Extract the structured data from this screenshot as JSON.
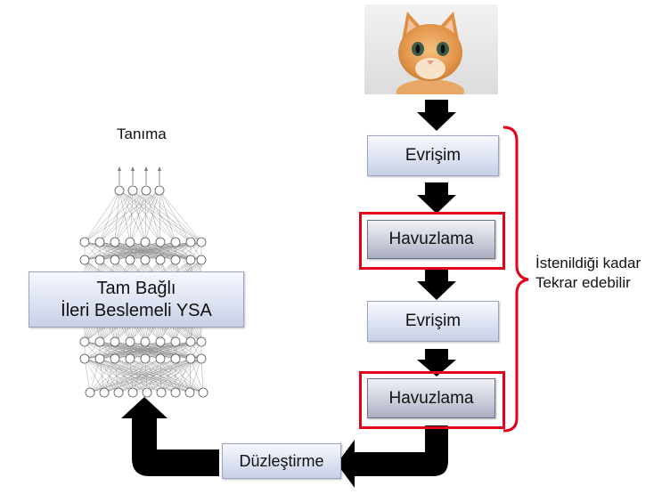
{
  "recognition_label": "Tanıma",
  "steps": {
    "conv1": "Evrişim",
    "pool1": "Havuzlama",
    "conv2": "Evrişim",
    "pool2": "Havuzlama",
    "flatten": "Düzleştirme"
  },
  "network_box": {
    "line1": "Tam Bağlı",
    "line2": "İleri Beslemeli YSA"
  },
  "brace_note": {
    "line1": "İstenildiği kadar",
    "line2": "Tekrar edebilir"
  },
  "colors": {
    "highlight": "#e2001a",
    "box_text": "#1a1a1a",
    "arrow": "#000000"
  },
  "image": "kitten-photo"
}
